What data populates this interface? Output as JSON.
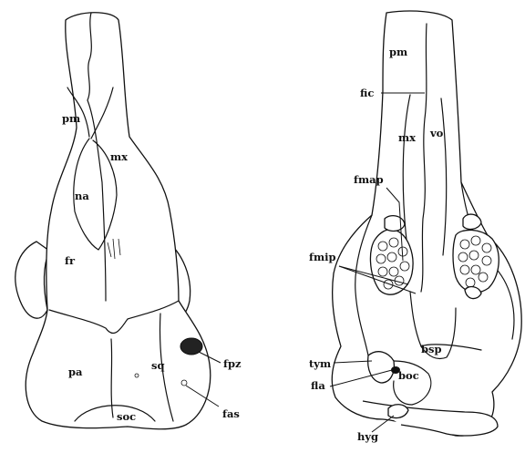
{
  "dorsal_view_labels": {
    "pm": "pm",
    "mx": "mx",
    "na": "na",
    "fr": "fr",
    "pa": "pa",
    "sq": "sq",
    "soc": "soc",
    "fpz": "fpz",
    "fas": "fas"
  },
  "ventral_view_labels": {
    "pm": "pm",
    "fic": "fic",
    "mx": "mx",
    "vo": "vo",
    "fmap": "fmap",
    "fmip": "fmip",
    "bsp": "bsp",
    "tym": "tym",
    "boc": "boc",
    "fla": "fla",
    "hyg": "hyg"
  }
}
